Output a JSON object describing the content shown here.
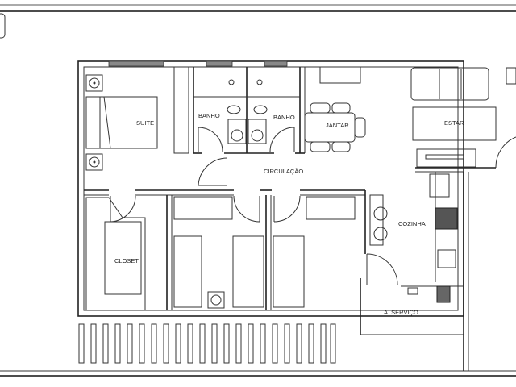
{
  "plan": {
    "rooms": {
      "suite": "SUITE",
      "banho_1": "BANHO",
      "banho_2": "BANHO",
      "jantar": "JANTAR",
      "estar": "ESTAR",
      "circulacao": "CIRCULAÇÃO",
      "cozinha": "COZINHA",
      "closet": "CLOSET",
      "servico": "A. SERVIÇO"
    }
  }
}
